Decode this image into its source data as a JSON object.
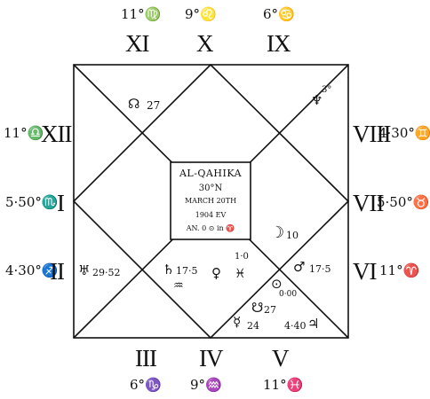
{
  "houses": {
    "h1": {
      "numeral": "I",
      "cusp": "5·50°♏"
    },
    "h2": {
      "numeral": "II",
      "cusp": "4·30°♐"
    },
    "h3": {
      "numeral": "III",
      "cusp": "6°♑"
    },
    "h4": {
      "numeral": "IV",
      "cusp": "9°♒"
    },
    "h5": {
      "numeral": "V",
      "cusp": "11°♓"
    },
    "h6": {
      "numeral": "VI",
      "cusp": "11°♈"
    },
    "h7": {
      "numeral": "VII",
      "cusp": "5·50°♉"
    },
    "h8": {
      "numeral": "VIII",
      "cusp": "4·30°♊"
    },
    "h9": {
      "numeral": "IX",
      "cusp": "6°♋"
    },
    "h10": {
      "numeral": "X",
      "cusp": "9°♌"
    },
    "h11": {
      "numeral": "XI",
      "cusp": "11°♍"
    },
    "h12": {
      "numeral": "XII",
      "cusp": "11°♎"
    }
  },
  "center": {
    "line1": "AL-QAHIKA",
    "line2": "30°N",
    "line3": "MARCH 20TH",
    "line4": "1904 EV",
    "line5": "AN. 0   ⊙ in ♈"
  },
  "placements": {
    "north_node": {
      "glyph": "☊",
      "degree": "27"
    },
    "uranus_neptune": {
      "glyph": "♆",
      "degree": "3°"
    },
    "uranus": {
      "glyph": "♅",
      "degree": "29·52"
    },
    "saturn": {
      "glyph": "♄",
      "degree": "17·5",
      "sign": "♒"
    },
    "venus": {
      "glyph": "♀",
      "degree": "1·0",
      "sign": "♓"
    },
    "moon": {
      "glyph": "☽",
      "degree": "10"
    },
    "mars": {
      "glyph": "♂",
      "degree": "17·5"
    },
    "sun": {
      "glyph": "⊙",
      "degree": "0·00"
    },
    "south_node": {
      "glyph": "☋",
      "degree": "27"
    },
    "mercury": {
      "glyph": "☿",
      "degree": "24"
    },
    "jupiter": {
      "glyph": "♃",
      "degree": "4·40"
    }
  }
}
